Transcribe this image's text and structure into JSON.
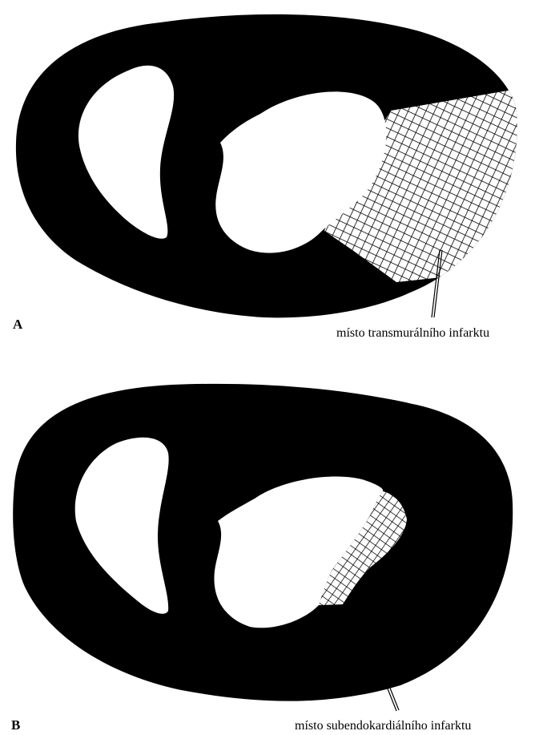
{
  "panels": [
    {
      "letter": "A",
      "label": "místo transmurálního infarktu"
    },
    {
      "letter": "B",
      "label": "místo subendokardiálního infarktu"
    }
  ],
  "colors": {
    "tissue": "#000000",
    "background": "#ffffff",
    "hatch": "#000000"
  }
}
